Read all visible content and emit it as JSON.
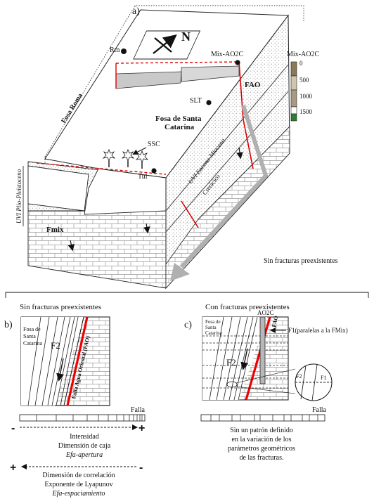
{
  "panel_a": {
    "label": "a)",
    "north": "N",
    "rm": "Rm",
    "mix_well": "Mix-AO2C",
    "mix_log_title": "Mix-AO2C",
    "depth_ticks": [
      "0",
      "500",
      "1000",
      "1500"
    ],
    "fosa_roma": "Fosa Roma",
    "fao": "FAO",
    "slt": "SLT",
    "fosa_santa_1": "Fosa de Santa",
    "fosa_santa_2": "Catarina",
    "ssc": "SSC",
    "tul": "Tul",
    "uvi_plio": "UVI Plio-Pleistoceno",
    "uvi_eoceno": "UVI Eoceno-Mioceno",
    "cretacico": "Cretácico",
    "fmix": "Fmix",
    "side_note": "Sin fracturas preexistentes"
  },
  "panel_b": {
    "label": "b)",
    "title": "Sin fracturas preexistentes",
    "fosa_1": "Fosa de",
    "fosa_2": "Santa",
    "fosa_3": "Catarina",
    "f2": "F2",
    "fault_label": "Falla Agua Oriental (FAO)",
    "falla": "Falla",
    "minus": "-",
    "plus": "+",
    "axis_lines": [
      "Intensidad",
      "Dimensión de caja",
      "Efa-apertura"
    ],
    "plus2": "+",
    "minus2": "-",
    "axis2_lines": [
      "Dimensión de correlación",
      "Exponente de Lyapunov",
      "Efa-espaciamiento"
    ]
  },
  "panel_c": {
    "label": "c)",
    "title": "Con fracturas preexistentes",
    "well": "AO2C",
    "fosa_1": "Fosa de",
    "fosa_2": "Santa",
    "fosa_3": "Catarina",
    "fao": "FAO",
    "f1_note": "F1(paralelas a la FMix)",
    "f2": "F2",
    "inset_f2": "F2",
    "inset_f1": "F1",
    "falla": "Falla",
    "caption": [
      "Sin un patrón definido",
      "en la variación de los",
      "parámetros geométricos",
      "de las fracturas."
    ]
  }
}
